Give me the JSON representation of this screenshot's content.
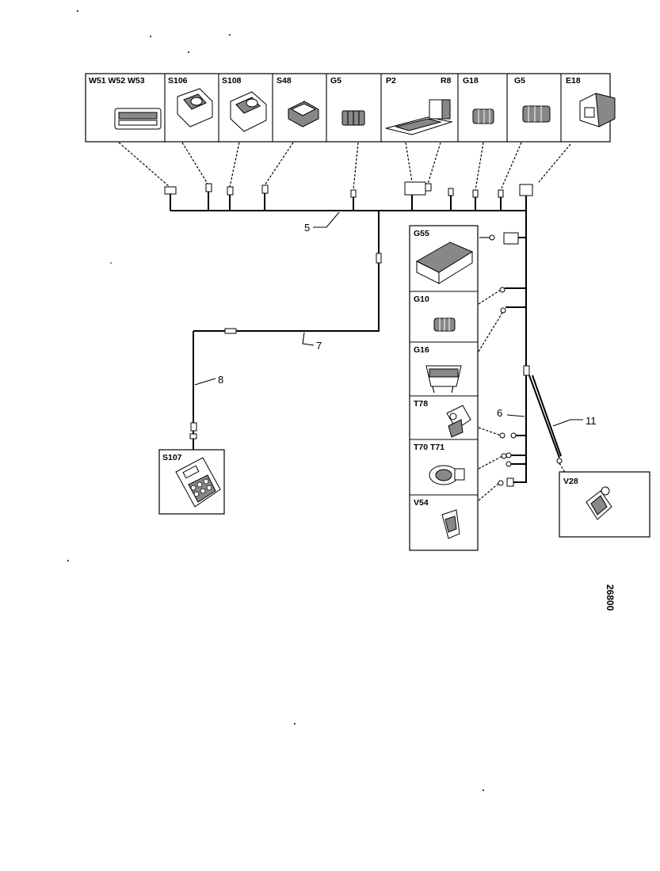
{
  "top_row": [
    {
      "id": "w51",
      "label": "W51  W52  W53"
    },
    {
      "id": "s106",
      "label": "S106"
    },
    {
      "id": "s108",
      "label": "S108"
    },
    {
      "id": "s48",
      "label": "S48"
    },
    {
      "id": "g5a",
      "label": "G5"
    },
    {
      "id": "p2",
      "label": "P2",
      "label2": "R8"
    },
    {
      "id": "g18a",
      "label": "G18"
    },
    {
      "id": "g5b",
      "label": "G5"
    },
    {
      "id": "e18",
      "label": "E18"
    }
  ],
  "side_column": [
    {
      "id": "g55",
      "label": "G55"
    },
    {
      "id": "g10",
      "label": "G10"
    },
    {
      "id": "g16",
      "label": "G16"
    },
    {
      "id": "t78",
      "label": "T78"
    },
    {
      "id": "t70",
      "label": "T70  T71"
    },
    {
      "id": "v54",
      "label": "V54"
    }
  ],
  "s107": {
    "label": "S107"
  },
  "v28": {
    "label": "V28"
  },
  "harness_numbers": {
    "n5": "5",
    "n7": "7",
    "n8": "8",
    "n6": "6",
    "n11": "11"
  },
  "figure_code": "26800"
}
